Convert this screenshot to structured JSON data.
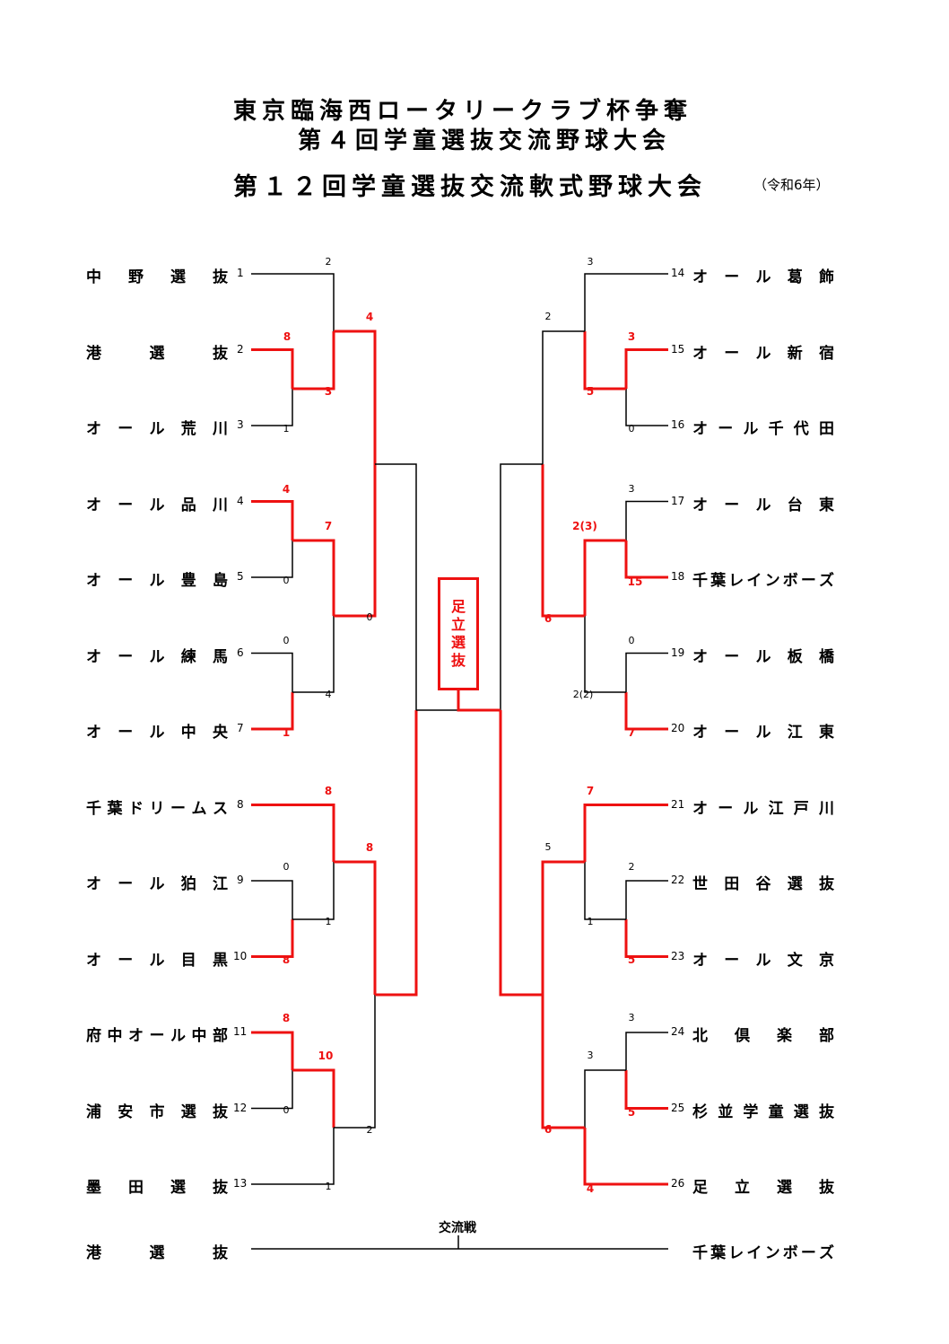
{
  "title": {
    "line1": "東京臨海西ロータリークラブ杯争奪",
    "line2": "第４回学童選抜交流野球大会",
    "line3": "第１２回学童選抜交流軟式野球大会",
    "era": "（令和6年）"
  },
  "colors": {
    "winner": "#ee1111",
    "line": "#000000"
  },
  "left_teams": [
    {
      "seed": "1",
      "name": "中野選抜"
    },
    {
      "seed": "2",
      "name": "港選抜"
    },
    {
      "seed": "3",
      "name": "オール荒川"
    },
    {
      "seed": "4",
      "name": "オール品川"
    },
    {
      "seed": "5",
      "name": "オール豊島"
    },
    {
      "seed": "6",
      "name": "オール練馬"
    },
    {
      "seed": "7",
      "name": "オール中央"
    },
    {
      "seed": "8",
      "name": "千葉ドリームス"
    },
    {
      "seed": "9",
      "name": "オール狛江"
    },
    {
      "seed": "10",
      "name": "オール目黒"
    },
    {
      "seed": "11",
      "name": "府中オール中部"
    },
    {
      "seed": "12",
      "name": "浦安市選抜"
    },
    {
      "seed": "13",
      "name": "墨田選抜"
    }
  ],
  "right_teams": [
    {
      "seed": "14",
      "name": "オール葛飾"
    },
    {
      "seed": "15",
      "name": "オール新宿"
    },
    {
      "seed": "16",
      "name": "オール千代田"
    },
    {
      "seed": "17",
      "name": "オール台東"
    },
    {
      "seed": "18",
      "name": "千葉レインボーズ"
    },
    {
      "seed": "19",
      "name": "オール板橋"
    },
    {
      "seed": "20",
      "name": "オール江東"
    },
    {
      "seed": "21",
      "name": "オール江戸川"
    },
    {
      "seed": "22",
      "name": "世田谷選抜"
    },
    {
      "seed": "23",
      "name": "オール文京"
    },
    {
      "seed": "24",
      "name": "北倶楽部"
    },
    {
      "seed": "25",
      "name": "杉並学童選抜"
    },
    {
      "seed": "26",
      "name": "足立選抜"
    }
  ],
  "scores": [
    {
      "id": "s1",
      "value": "2",
      "win": false
    },
    {
      "id": "s2",
      "value": "8",
      "win": true
    },
    {
      "id": "s3",
      "value": "1",
      "win": false
    },
    {
      "id": "s4",
      "value": "3",
      "win": true
    },
    {
      "id": "s5",
      "value": "4",
      "win": true
    },
    {
      "id": "s6",
      "value": "4",
      "win": true
    },
    {
      "id": "s7",
      "value": "0",
      "win": false
    },
    {
      "id": "s8",
      "value": "7",
      "win": true
    },
    {
      "id": "s9",
      "value": "0",
      "win": false
    },
    {
      "id": "s10",
      "value": "1",
      "win": true
    },
    {
      "id": "s11",
      "value": "4",
      "win": false
    },
    {
      "id": "s12",
      "value": "0",
      "win": false
    },
    {
      "id": "s13",
      "value": "8",
      "win": true
    },
    {
      "id": "s14",
      "value": "0",
      "win": false
    },
    {
      "id": "s15",
      "value": "8",
      "win": true
    },
    {
      "id": "s16",
      "value": "1",
      "win": false
    },
    {
      "id": "s17",
      "value": "8",
      "win": true
    },
    {
      "id": "s18",
      "value": "8",
      "win": true
    },
    {
      "id": "s19",
      "value": "0",
      "win": false
    },
    {
      "id": "s20",
      "value": "10",
      "win": true
    },
    {
      "id": "s21",
      "value": "1",
      "win": false
    },
    {
      "id": "s22",
      "value": "2",
      "win": false
    },
    {
      "id": "r1",
      "value": "3",
      "win": false
    },
    {
      "id": "r2",
      "value": "3",
      "win": true
    },
    {
      "id": "r3",
      "value": "0",
      "win": false
    },
    {
      "id": "r4",
      "value": "5",
      "win": true
    },
    {
      "id": "r5",
      "value": "2",
      "win": false
    },
    {
      "id": "r6",
      "value": "3",
      "win": false
    },
    {
      "id": "r7",
      "value": "15",
      "win": true
    },
    {
      "id": "r8",
      "value": "2(3)",
      "win": true
    },
    {
      "id": "r9",
      "value": "0",
      "win": false
    },
    {
      "id": "r10",
      "value": "7",
      "win": true
    },
    {
      "id": "r11",
      "value": "2(2)",
      "win": false
    },
    {
      "id": "r12",
      "value": "6",
      "win": true
    },
    {
      "id": "r13",
      "value": "7",
      "win": true
    },
    {
      "id": "r14",
      "value": "2",
      "win": false
    },
    {
      "id": "r15",
      "value": "5",
      "win": true
    },
    {
      "id": "r16",
      "value": "1",
      "win": false
    },
    {
      "id": "r17",
      "value": "5",
      "win": false
    },
    {
      "id": "r18",
      "value": "3",
      "win": false
    },
    {
      "id": "r19",
      "value": "5",
      "win": true
    },
    {
      "id": "r20",
      "value": "3",
      "win": false
    },
    {
      "id": "r21",
      "value": "4",
      "win": true
    },
    {
      "id": "r22",
      "value": "6",
      "win": true
    }
  ],
  "champion": [
    "足",
    "立",
    "選",
    "抜"
  ],
  "exchange_match": {
    "label": "交流戦",
    "left_team": "港選抜",
    "right_team": "千葉レインボーズ"
  }
}
